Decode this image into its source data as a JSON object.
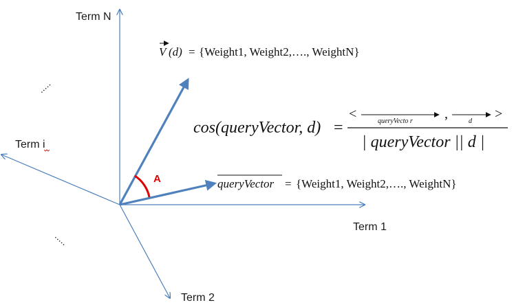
{
  "axes": {
    "term_n": "Term N",
    "term_i": "Term i",
    "term_1": "Term 1",
    "term_2": "Term 2"
  },
  "ellipsis": ".....",
  "angle_label": "A",
  "colors": {
    "axis": "#4a7ebb",
    "vector": "#4f81bd",
    "angle": "#e00000",
    "text": "#1a1a1a"
  },
  "doc_vector": {
    "symbol": "V",
    "arg": "(d)",
    "equals": "=",
    "value": "{Weight1,  Weight2,…., WeightN}"
  },
  "query_vector": {
    "symbol": "queryVector",
    "equals": "=",
    "value": "{Weight1,  Weight2,…., WeightN}"
  },
  "formula": {
    "lhs": "cos(queryVector, d)",
    "equals": "=",
    "num_open": "<",
    "num_q": "queryVecto r",
    "num_comma": ",",
    "num_d": "d",
    "num_close": ">",
    "denominator": "| queryVector || d |"
  }
}
